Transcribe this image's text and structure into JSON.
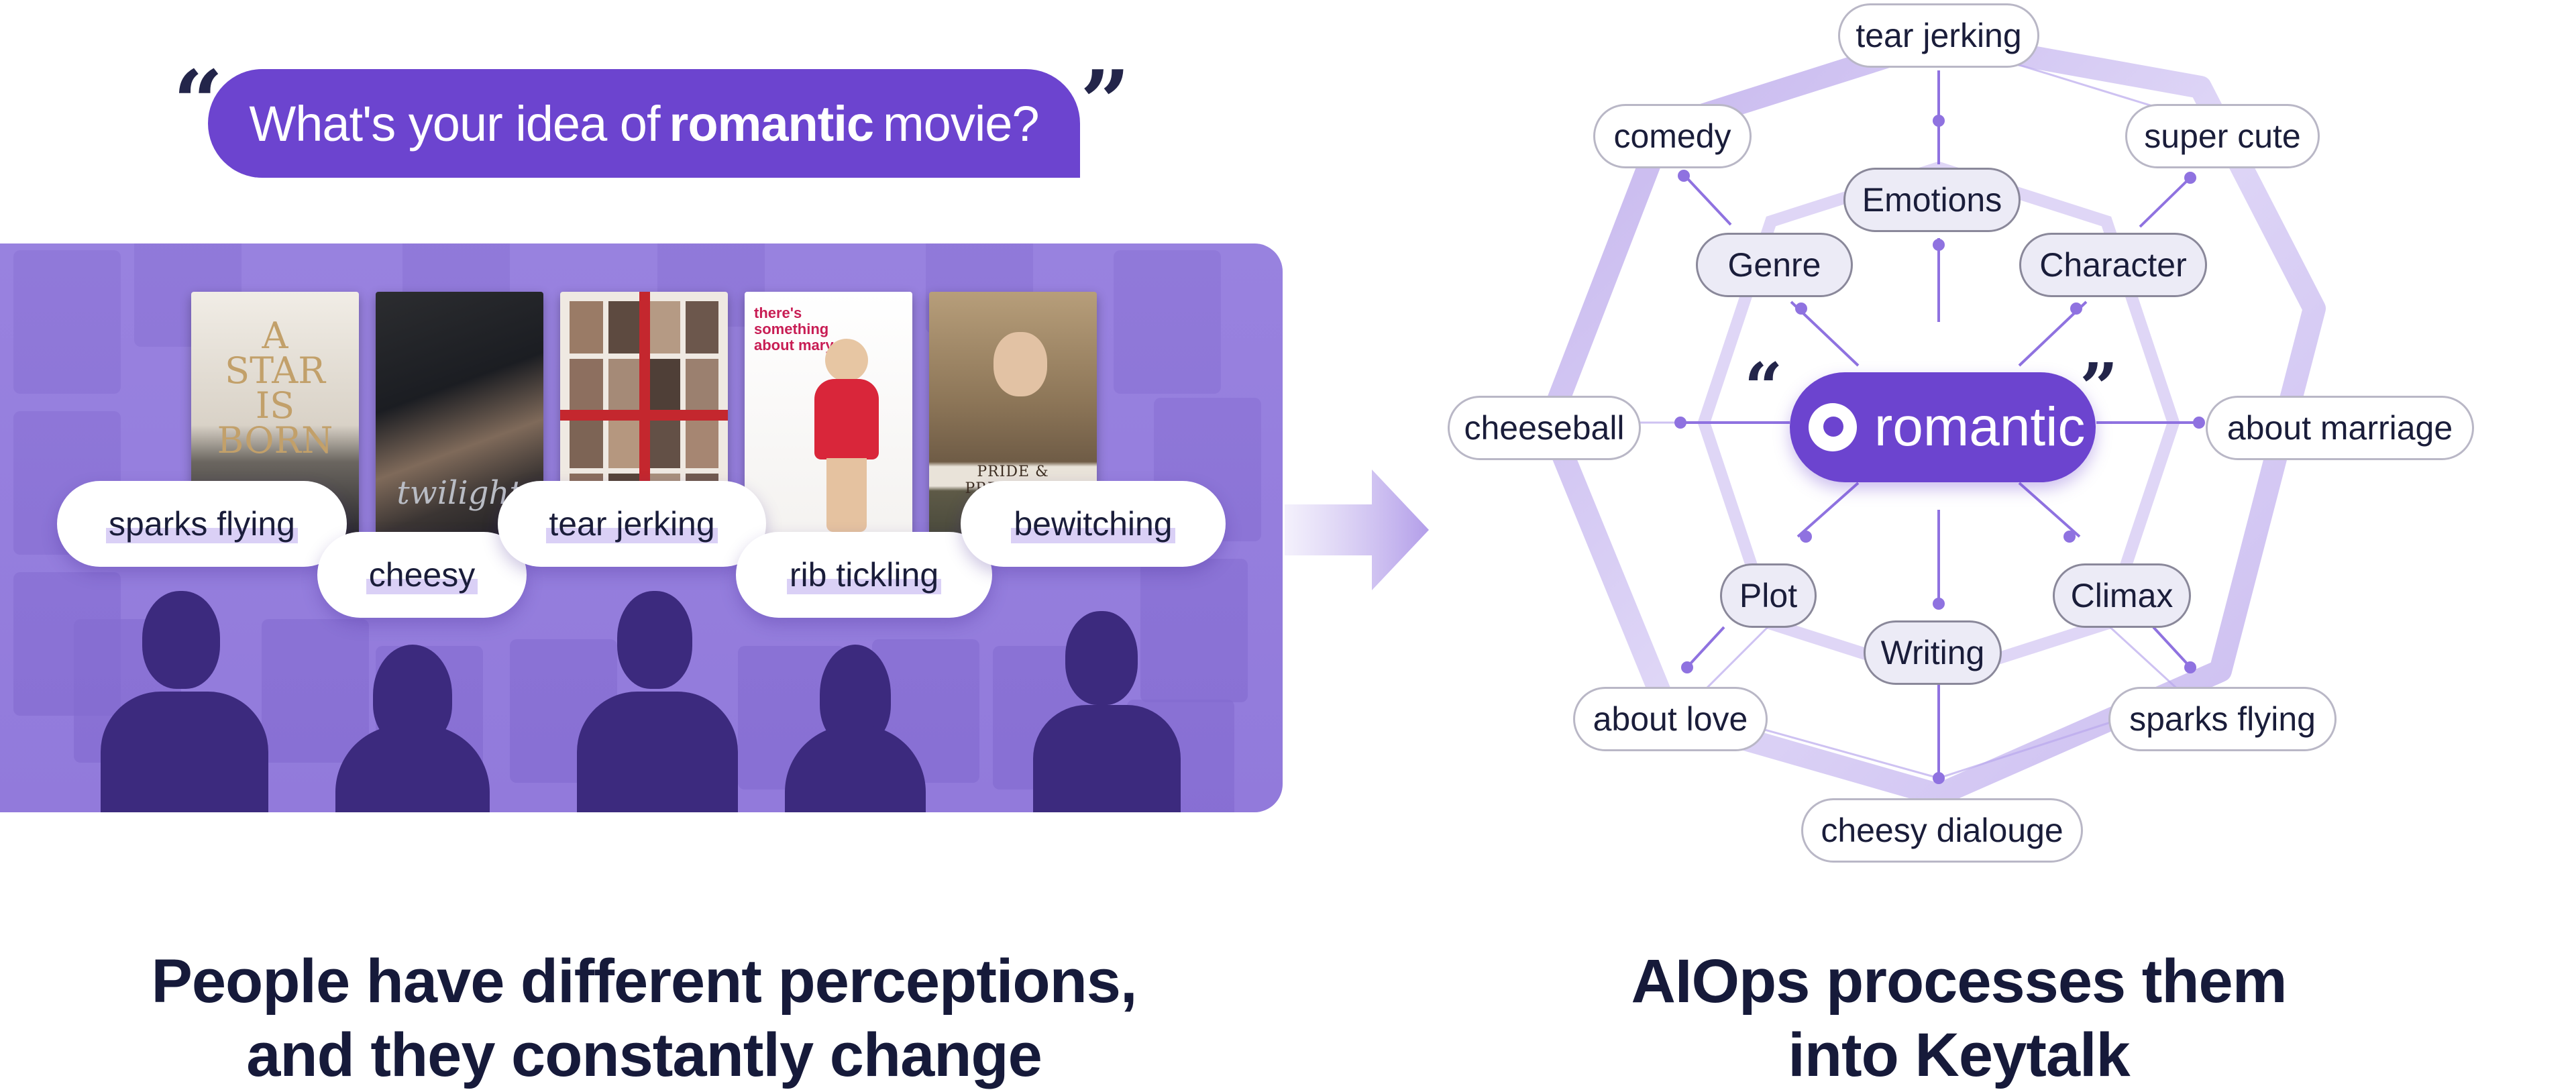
{
  "left": {
    "question": {
      "before": "What's your idea of",
      "bold": "romantic",
      "after": "movie?"
    },
    "quotes": {
      "open": "“",
      "close": "”"
    },
    "posters": [
      {
        "title": "A STAR IS BORN"
      },
      {
        "title": "twilight"
      },
      {
        "title": ""
      },
      {
        "title": "there's something about mary"
      },
      {
        "title": "PRIDE & PREJUDICE"
      }
    ],
    "perceptions": [
      "sparks flying",
      "cheesy",
      "tear jerking",
      "rib tickling",
      "bewitching"
    ],
    "caption_line1": "People have different perceptions,",
    "caption_line2": "and they constantly change"
  },
  "right": {
    "center": "romantic",
    "quotes": {
      "open": "“",
      "close": "”"
    },
    "inner_tags": [
      "Emotions",
      "Genre",
      "Character",
      "Plot",
      "Writing",
      "Climax"
    ],
    "outer_tags": [
      "tear jerking",
      "comedy",
      "super cute",
      "cheeseball",
      "about marriage",
      "about love",
      "sparks flying",
      "cheesy dialouge"
    ],
    "caption_line1": "AIOps processes them",
    "caption_line2": "into Keytalk"
  },
  "colors": {
    "accent": "#6c44cf",
    "panel": "#8f77d9",
    "silhouette": "#3c2a7e",
    "text_dark": "#161a3a"
  }
}
